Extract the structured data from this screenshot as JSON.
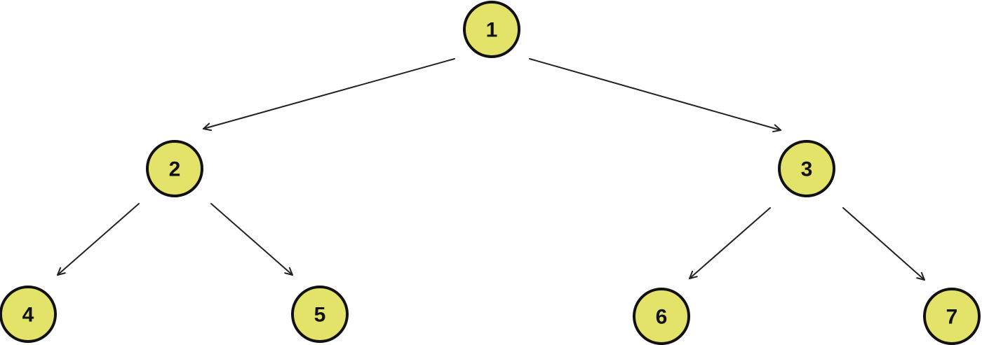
{
  "diagram": {
    "type": "binary-tree",
    "colors": {
      "node_fill": "#e3e36a",
      "node_stroke": "#111111",
      "edge": "#222222",
      "background": "#ffffff"
    },
    "nodes": [
      {
        "id": "n1",
        "label": "1"
      },
      {
        "id": "n2",
        "label": "2"
      },
      {
        "id": "n3",
        "label": "3"
      },
      {
        "id": "n4",
        "label": "4"
      },
      {
        "id": "n5",
        "label": "5"
      },
      {
        "id": "n6",
        "label": "6"
      },
      {
        "id": "n7",
        "label": "7"
      }
    ],
    "edges": [
      {
        "from": "n1",
        "to": "n2"
      },
      {
        "from": "n1",
        "to": "n3"
      },
      {
        "from": "n2",
        "to": "n4"
      },
      {
        "from": "n2",
        "to": "n5"
      },
      {
        "from": "n3",
        "to": "n6"
      },
      {
        "from": "n3",
        "to": "n7"
      }
    ]
  }
}
